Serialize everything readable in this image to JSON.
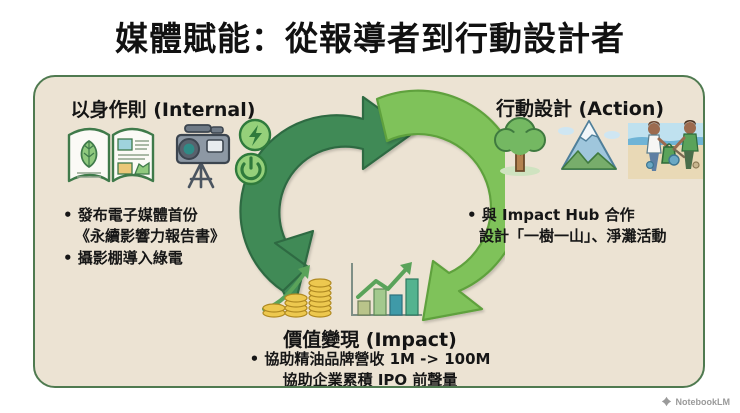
{
  "title": "媒體賦能：從報導者到行動設計者",
  "theme": {
    "page_bg": "#ffffff",
    "card_bg": "#ece3d3",
    "card_border": "#4f7a50",
    "arrow_dark_green": "#3f8a57",
    "arrow_light_green": "#7fc25a",
    "text": "#141414",
    "watermark_text": "#9a9a9a"
  },
  "card": {
    "internal": {
      "heading": "以身作則 (Internal)",
      "bullets": [
        "• 發布電子媒體首份",
        "《永續影響力報告書》",
        "• 攝影棚導入綠電"
      ],
      "icons": [
        "open-book-leaf-icon",
        "video-camera-icon",
        "lightning-bolt-badge-icon",
        "power-button-badge-icon"
      ]
    },
    "action": {
      "heading": "行動設計 (Action)",
      "bullets": [
        "• 與 Impact Hub 合作",
        "設計「一樹一山」、淨灘活動"
      ],
      "icons": [
        "tree-icon",
        "mountain-icon",
        "beach-cleanup-icon"
      ]
    },
    "impact": {
      "heading": "價值變現 (Impact)",
      "bullets": [
        "• 協助精油品牌營收 1M -> 100M",
        "協助企業累積 IPO 前聲量"
      ],
      "icons": [
        "coin-stacks-growth-icon",
        "bar-chart-growth-icon"
      ]
    },
    "cycle": {
      "name": "circular-arrow-cycle",
      "arrows": [
        {
          "id": "arrow-internal-to-action",
          "color": "#3f8a57"
        },
        {
          "id": "arrow-action-to-impact",
          "color": "#7fc25a"
        }
      ]
    }
  },
  "watermark": {
    "label": "NotebookLM",
    "icon": "notebooklm-logo-icon"
  }
}
